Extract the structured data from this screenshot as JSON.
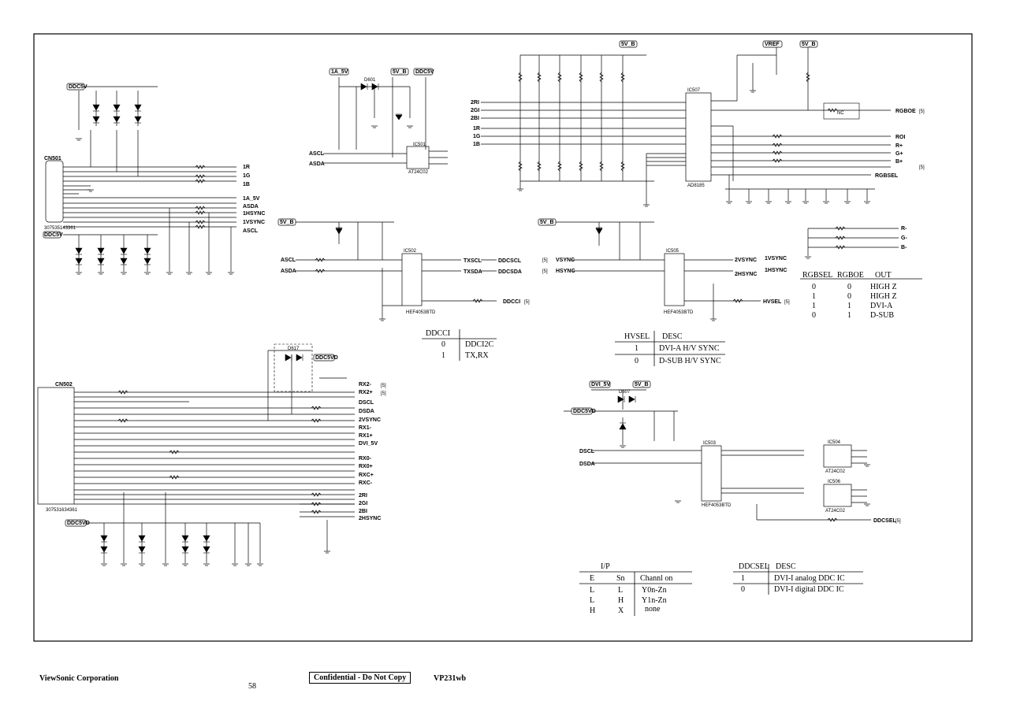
{
  "footer": {
    "company": "ViewSonic Corporation",
    "page": "58",
    "confidential": "Confidential - Do Not Copy",
    "model": "VP231wb"
  },
  "nets": {
    "ddc5v": "DDC5V",
    "ddc5vd": "DDC5VD",
    "v5b": "5V_B",
    "v1a5": "1A_5V",
    "vref": "VREF",
    "dvi5v": "DVI_5V"
  },
  "connectors": {
    "cn501": "CN501",
    "cn501_pn": "307535143361",
    "cn502": "CN502",
    "cn502_pn": "307531634361"
  },
  "ics": {
    "ic501": "IC501",
    "ic501_part": "AT24C02",
    "ic502": "IC502",
    "ic502_part": "HEF4053BTD",
    "ic505": "IC505",
    "ic505_part": "HEF4053BTD",
    "ic507": "IC507",
    "ic507_part": "AD8185",
    "ic503": "IC503",
    "ic503_part": "HEF4053BTD",
    "ic504": "IC504",
    "ic504_part": "AT24C02",
    "ic506": "IC506",
    "ic506_part": "AT24C02"
  },
  "signals": {
    "left_out": [
      "1R",
      "1G",
      "1B",
      "1A_5V",
      "ASDA",
      "1HSYNC",
      "1VSYNC",
      "ASCL"
    ],
    "cn502_out": [
      "RX2-",
      "RX2+",
      "DSCL",
      "DSDA",
      "2VSYNC",
      "RX1-",
      "RX1+",
      "DVI_5V",
      "RX0-",
      "RX0+",
      "RXC+",
      "RXC-",
      "2RI",
      "2GI",
      "2BI",
      "2HSYNC"
    ],
    "ic502_left": [
      "ASCL",
      "ASDA"
    ],
    "ic502_right": [
      "TXSCL",
      "DDCSCL",
      "TXSDA",
      "DDCSDA",
      "DDCCI"
    ],
    "ic505_left": [
      "VSYNC",
      "HSYNC"
    ],
    "ic505_right": [
      "2VSYNC",
      "1VSYNC",
      "2HSYNC",
      "1HSYNC",
      "HVSEL"
    ],
    "ic507_in": [
      "2RI",
      "2GI",
      "2BI",
      "1R",
      "1G",
      "1B"
    ],
    "ic507_out": [
      "RGBOE",
      "ROI",
      "R+",
      "G+",
      "B+",
      "RGBSEL"
    ],
    "ic507_right2": [
      "R-",
      "G-",
      "B-"
    ],
    "ic503_left": [
      "DSCL",
      "DSDA"
    ],
    "ic503_right": [
      "DDCSEL"
    ],
    "ic501_left": [
      "ASCL",
      "ASDA"
    ],
    "page_ref": "[5]"
  },
  "tables": {
    "ddcci": {
      "headers": [
        "DDCCI",
        ""
      ],
      "rows": [
        [
          "0",
          "DDCI2C"
        ],
        [
          "1",
          "TX,RX"
        ]
      ]
    },
    "hvsel": {
      "headers": [
        "HVSEL",
        "DESC"
      ],
      "rows": [
        [
          "1",
          "DVI-A H/V SYNC"
        ],
        [
          "0",
          "D-SUB H/V SYNC"
        ]
      ]
    },
    "rgb": {
      "headers": [
        "RGBSEL",
        "RGBOE",
        "OUT"
      ],
      "rows": [
        [
          "0",
          "0",
          "HIGH Z"
        ],
        [
          "1",
          "0",
          "HIGH Z"
        ],
        [
          "1",
          "1",
          "DVI-A"
        ],
        [
          "0",
          "1",
          "D-SUB"
        ]
      ]
    },
    "ip": {
      "title": "I/P",
      "headers": [
        "E",
        "Sn",
        "Channl    on"
      ],
      "rows": [
        [
          "L",
          "L",
          "Y0n-Zn"
        ],
        [
          "L",
          "H",
          "Y1n-Zn"
        ],
        [
          "H",
          "X",
          "none"
        ]
      ]
    },
    "ddcsel": {
      "headers": [
        "DDCSEL",
        "DESC"
      ],
      "rows": [
        [
          "1",
          "DVI-I analog  DDC  IC"
        ],
        [
          "0",
          "DVI-I digital  DDC  IC"
        ]
      ]
    }
  },
  "parts": {
    "ic507_nc": "NC",
    "d617": "D617",
    "d601": "D601",
    "d607": "D607"
  }
}
